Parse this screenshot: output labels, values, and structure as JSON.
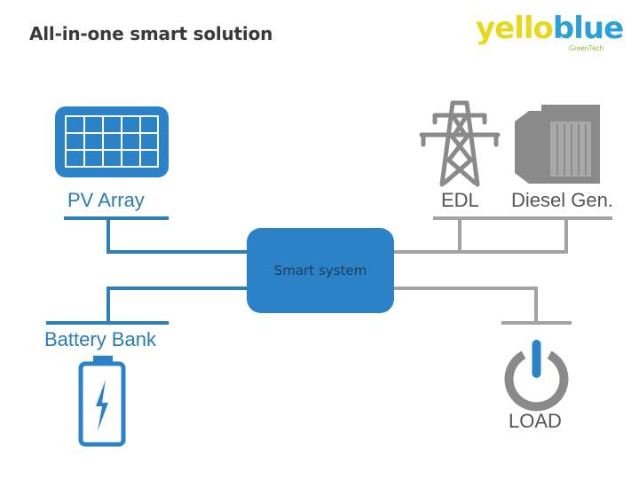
{
  "page": {
    "title": "All-in-one smart solution"
  },
  "logo": {
    "part1": "yello",
    "part2": "blue",
    "subtitle": "GreenTech"
  },
  "nodes": {
    "pv": "PV Array",
    "battery": "Battery Bank",
    "edl": "EDL",
    "diesel": "Diesel Gen.",
    "hub": "Smart system",
    "load": "LOAD"
  },
  "icons": {
    "pv": "solar-panel-icon",
    "battery": "battery-icon",
    "edl": "power-tower-icon",
    "diesel": "generator-icon",
    "load": "power-button-icon"
  },
  "colors": {
    "blue": "#2b82c7",
    "line_blue": "#2e7fb5",
    "gray": "#8a8a8a",
    "text_blue": "#2a7cb8",
    "text_gray": "#555555"
  }
}
